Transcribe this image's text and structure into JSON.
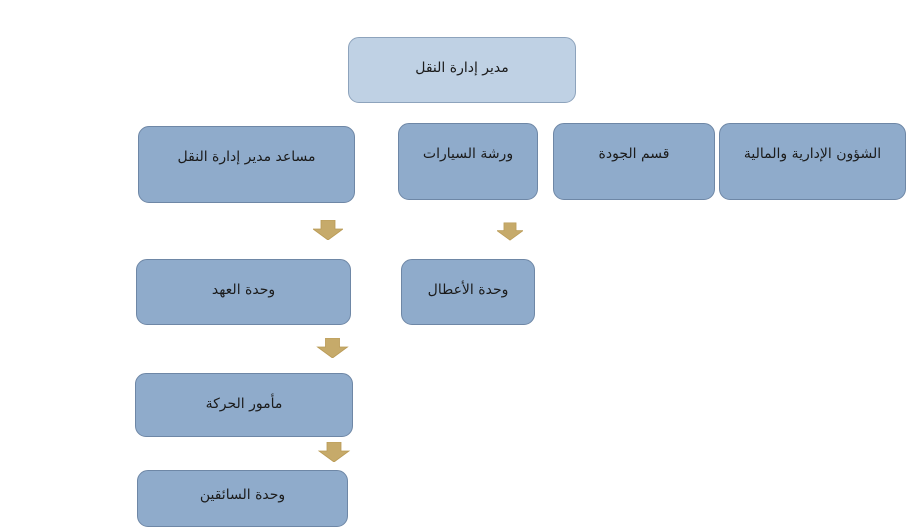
{
  "chart": {
    "head": "مدير إدارة النقل",
    "departments": {
      "admin_finance": "الشؤون الإدارية والمالية",
      "quality": "قسم الجودة",
      "workshop": "ورشة السيارات",
      "assistant": "مساعد مدير إدارة النقل"
    },
    "units": {
      "breakdowns": "وحدة الأعطال",
      "custody": "وحدة العهد",
      "traffic_officer": "مأمور الحركة",
      "drivers": "وحدة السائقين"
    }
  },
  "colors": {
    "top_box_fill": "#bfd1e4",
    "box_fill": "#8fabcb",
    "box_border": "#6e87a6",
    "arrow_fill": "#c6aa6a"
  },
  "icons": {
    "arrow": "down-arrow-icon"
  }
}
